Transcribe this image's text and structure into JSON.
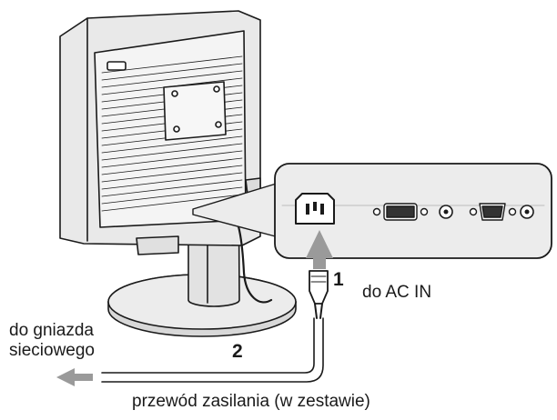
{
  "labels": {
    "step1": "1",
    "step2": "2",
    "ac_in": "do AC IN",
    "outlet_line1": "do gniazda",
    "outlet_line2": "sieciowego",
    "cable": "przewód zasilania (w zestawie)"
  },
  "colors": {
    "line": "#1a1a1a",
    "panel": "#ececec",
    "body": "#e9e9e9",
    "arrow": "#9a9a9a"
  }
}
